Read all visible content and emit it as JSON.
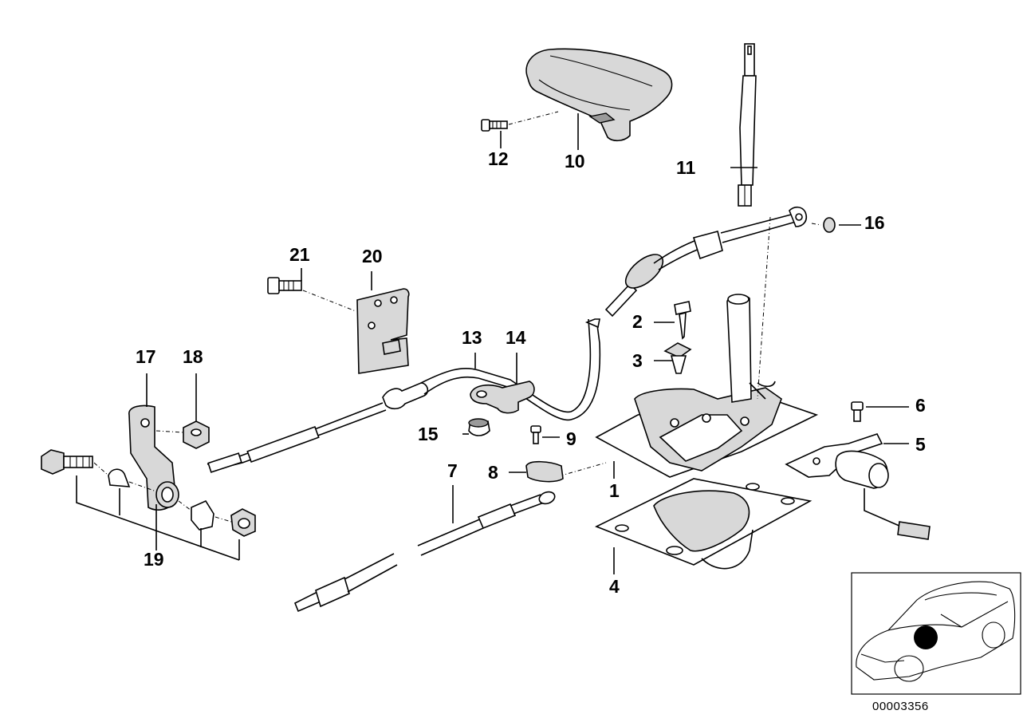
{
  "parts": [
    {
      "id": "p1",
      "label": "1"
    },
    {
      "id": "p2",
      "label": "2"
    },
    {
      "id": "p3",
      "label": "3"
    },
    {
      "id": "p4",
      "label": "4"
    },
    {
      "id": "p5",
      "label": "5"
    },
    {
      "id": "p6",
      "label": "6"
    },
    {
      "id": "p7",
      "label": "7"
    },
    {
      "id": "p8",
      "label": "8"
    },
    {
      "id": "p9",
      "label": "9"
    },
    {
      "id": "p10",
      "label": "10"
    },
    {
      "id": "p11",
      "label": "11"
    },
    {
      "id": "p12",
      "label": "12"
    },
    {
      "id": "p13",
      "label": "13"
    },
    {
      "id": "p14",
      "label": "14"
    },
    {
      "id": "p15",
      "label": "15"
    },
    {
      "id": "p16",
      "label": "16"
    },
    {
      "id": "p17",
      "label": "17"
    },
    {
      "id": "p18",
      "label": "18"
    },
    {
      "id": "p19",
      "label": "19"
    },
    {
      "id": "p20",
      "label": "20"
    },
    {
      "id": "p21",
      "label": "21"
    }
  ],
  "diagram_id": "00003356",
  "locator": {
    "icon": "car-locator-icon"
  }
}
